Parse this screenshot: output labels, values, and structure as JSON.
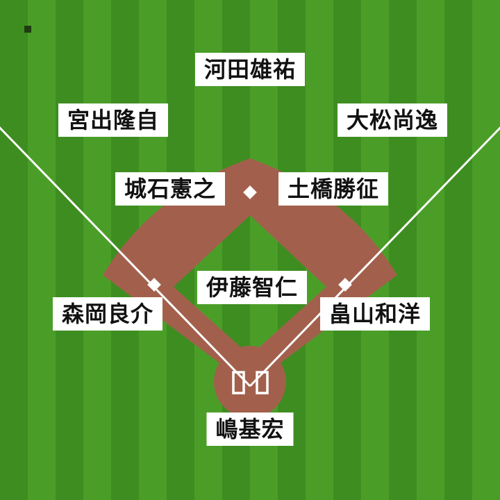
{
  "diagram": {
    "type": "baseball-defensive-alignment"
  },
  "colors": {
    "stripe_dark": "#3e8d20",
    "stripe_light": "#4a9e28",
    "dirt": "#a2604c",
    "line": "#ffffff",
    "label_bg": "#ffffff",
    "label_text": "#111111"
  },
  "players": [
    {
      "position": "center-fielder",
      "name": "河田雄祐"
    },
    {
      "position": "left-fielder",
      "name": "宮出隆自"
    },
    {
      "position": "right-fielder",
      "name": "大松尚逸"
    },
    {
      "position": "shortstop",
      "name": "城石憲之"
    },
    {
      "position": "second-baseman",
      "name": "土橋勝征"
    },
    {
      "position": "pitcher",
      "name": "伊藤智仁"
    },
    {
      "position": "third-baseman",
      "name": "森岡良介"
    },
    {
      "position": "first-baseman",
      "name": "畠山和洋"
    },
    {
      "position": "catcher",
      "name": "嶋基宏"
    }
  ]
}
